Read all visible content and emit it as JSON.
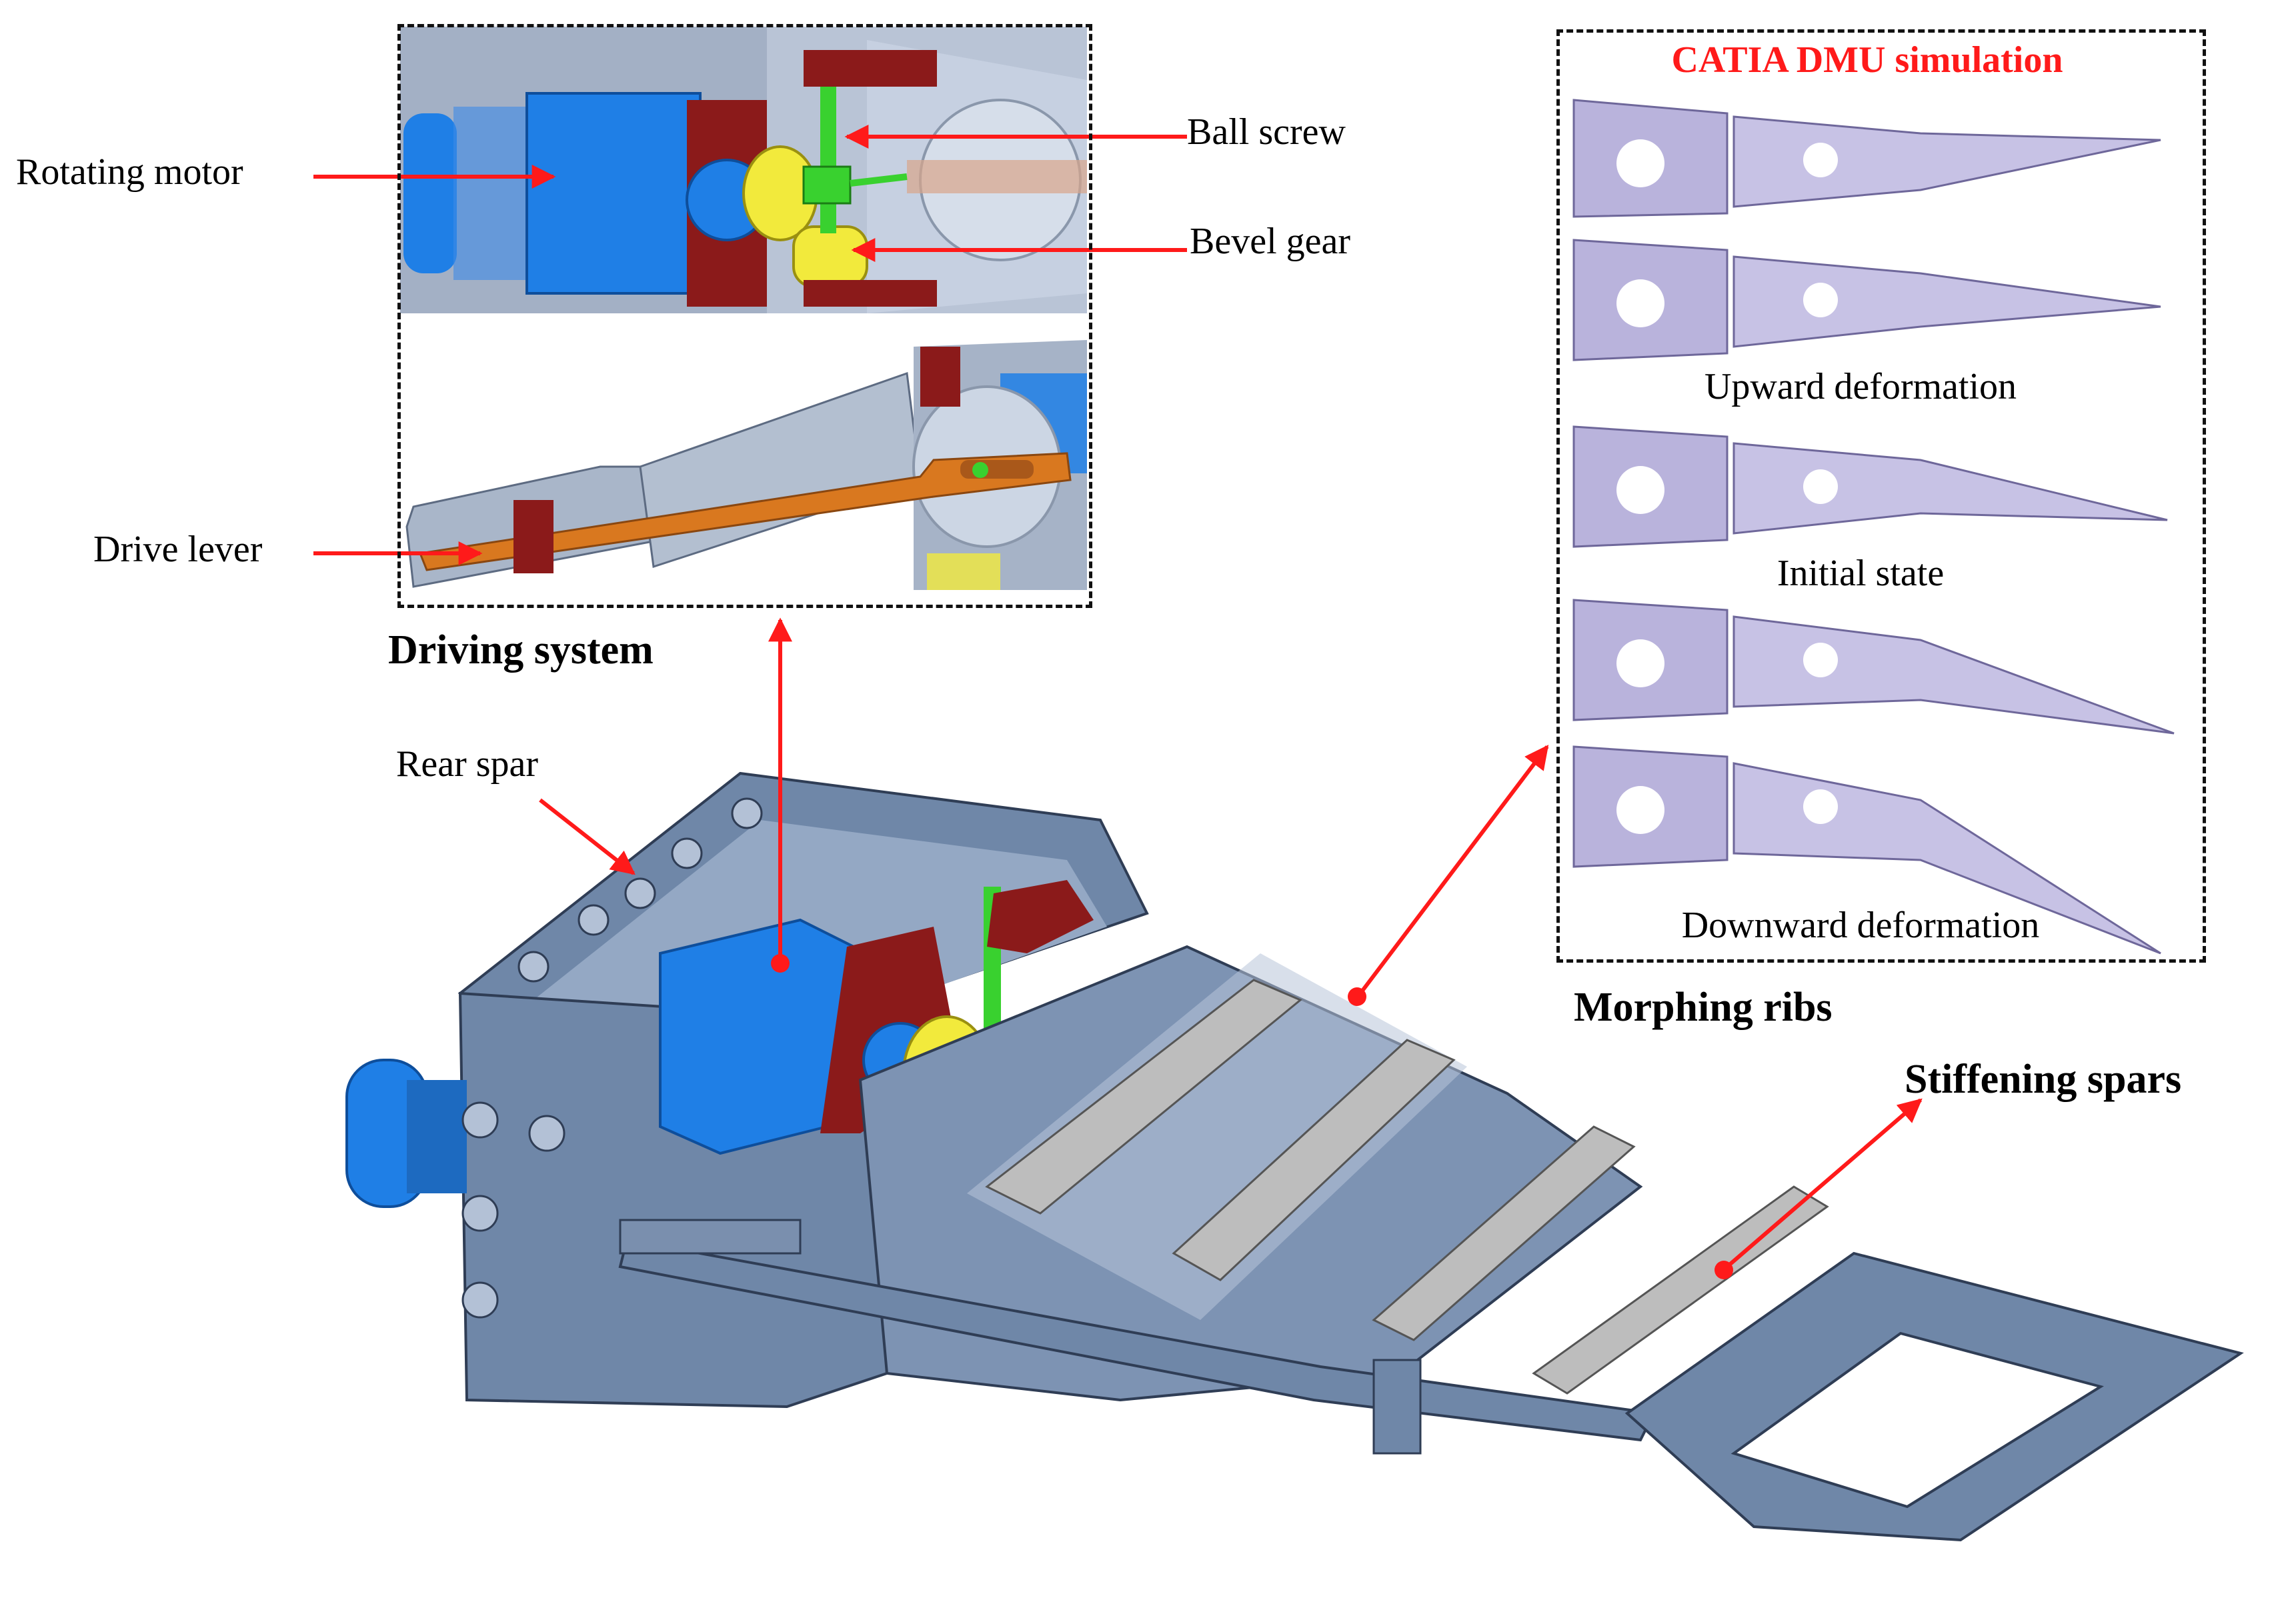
{
  "labels": {
    "rotating_motor": "Rotating motor",
    "ball_screw": "Ball screw",
    "bevel_gear": "Bevel gear",
    "drive_lever": "Drive lever",
    "driving_system": "Driving system",
    "rear_spar": "Rear spar",
    "catia_title": "CATIA  DMU simulation",
    "upward_deformation": "Upward deformation",
    "initial_state": "Initial state",
    "downward_deformation": "Downward deformation",
    "morphing_ribs": "Morphing ribs",
    "stiffening_spars": "Stiffening spars"
  },
  "colors": {
    "arrow": "#ff1a1a",
    "structure": "#6f87a8",
    "structure_dark": "#4d6384",
    "motor": "#1f7fe6",
    "bracket": "#8b1a1a",
    "screw": "#39d12f",
    "gear": "#f2ea3c",
    "lever": "#d9781f",
    "spar": "#bdbdbd",
    "rib": "#b9b3dc"
  }
}
